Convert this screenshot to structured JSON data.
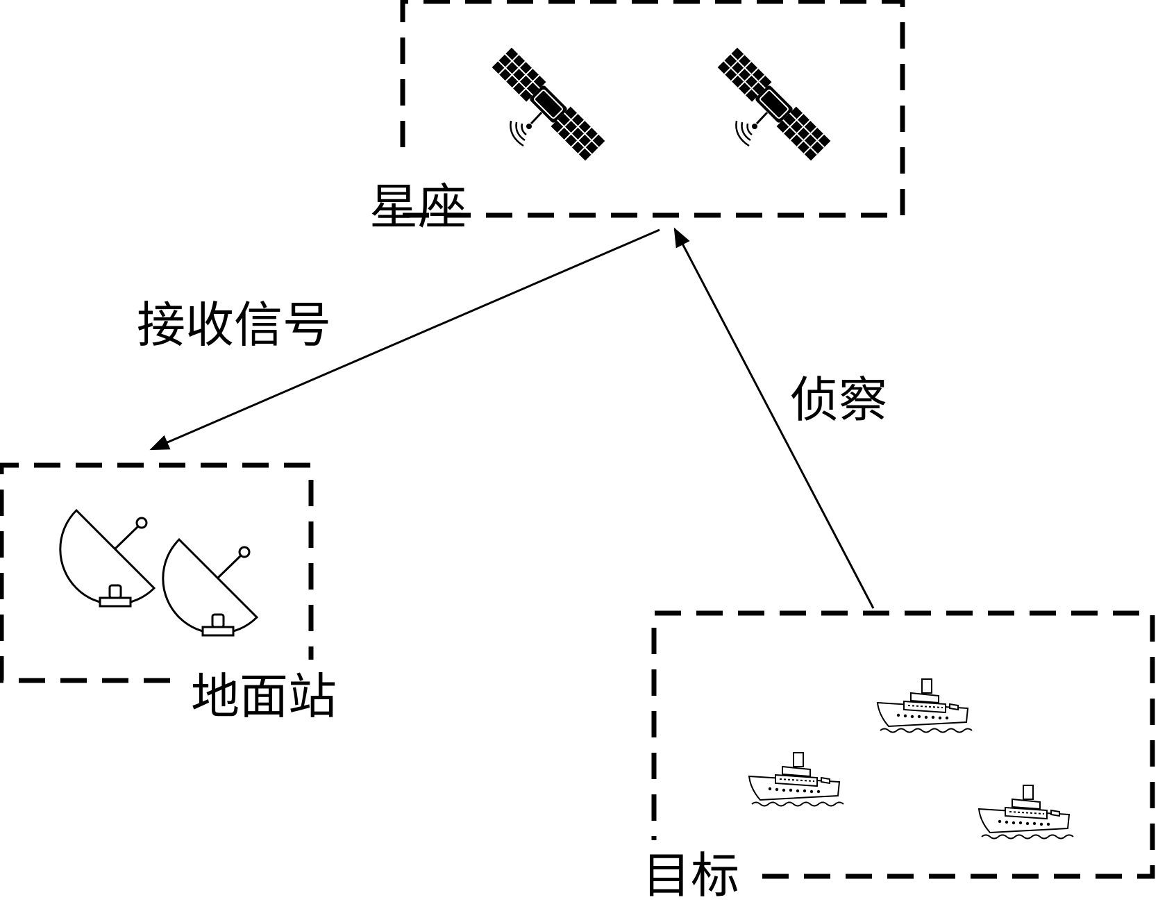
{
  "groups": {
    "constellation": {
      "label": "星座"
    },
    "ground_station": {
      "label": "地面站"
    },
    "target": {
      "label": "目标"
    }
  },
  "arrows": {
    "receive_signal": {
      "label": "接收信号"
    },
    "reconnaissance": {
      "label": "侦察"
    }
  },
  "colors": {
    "stroke": "#000000",
    "background": "#ffffff"
  },
  "icons": {
    "constellation": [
      "satellite-icon",
      "satellite-icon"
    ],
    "ground_station": [
      "dish-antenna-icon",
      "dish-antenna-icon"
    ],
    "target": [
      "ship-icon",
      "ship-icon",
      "ship-icon"
    ]
  }
}
